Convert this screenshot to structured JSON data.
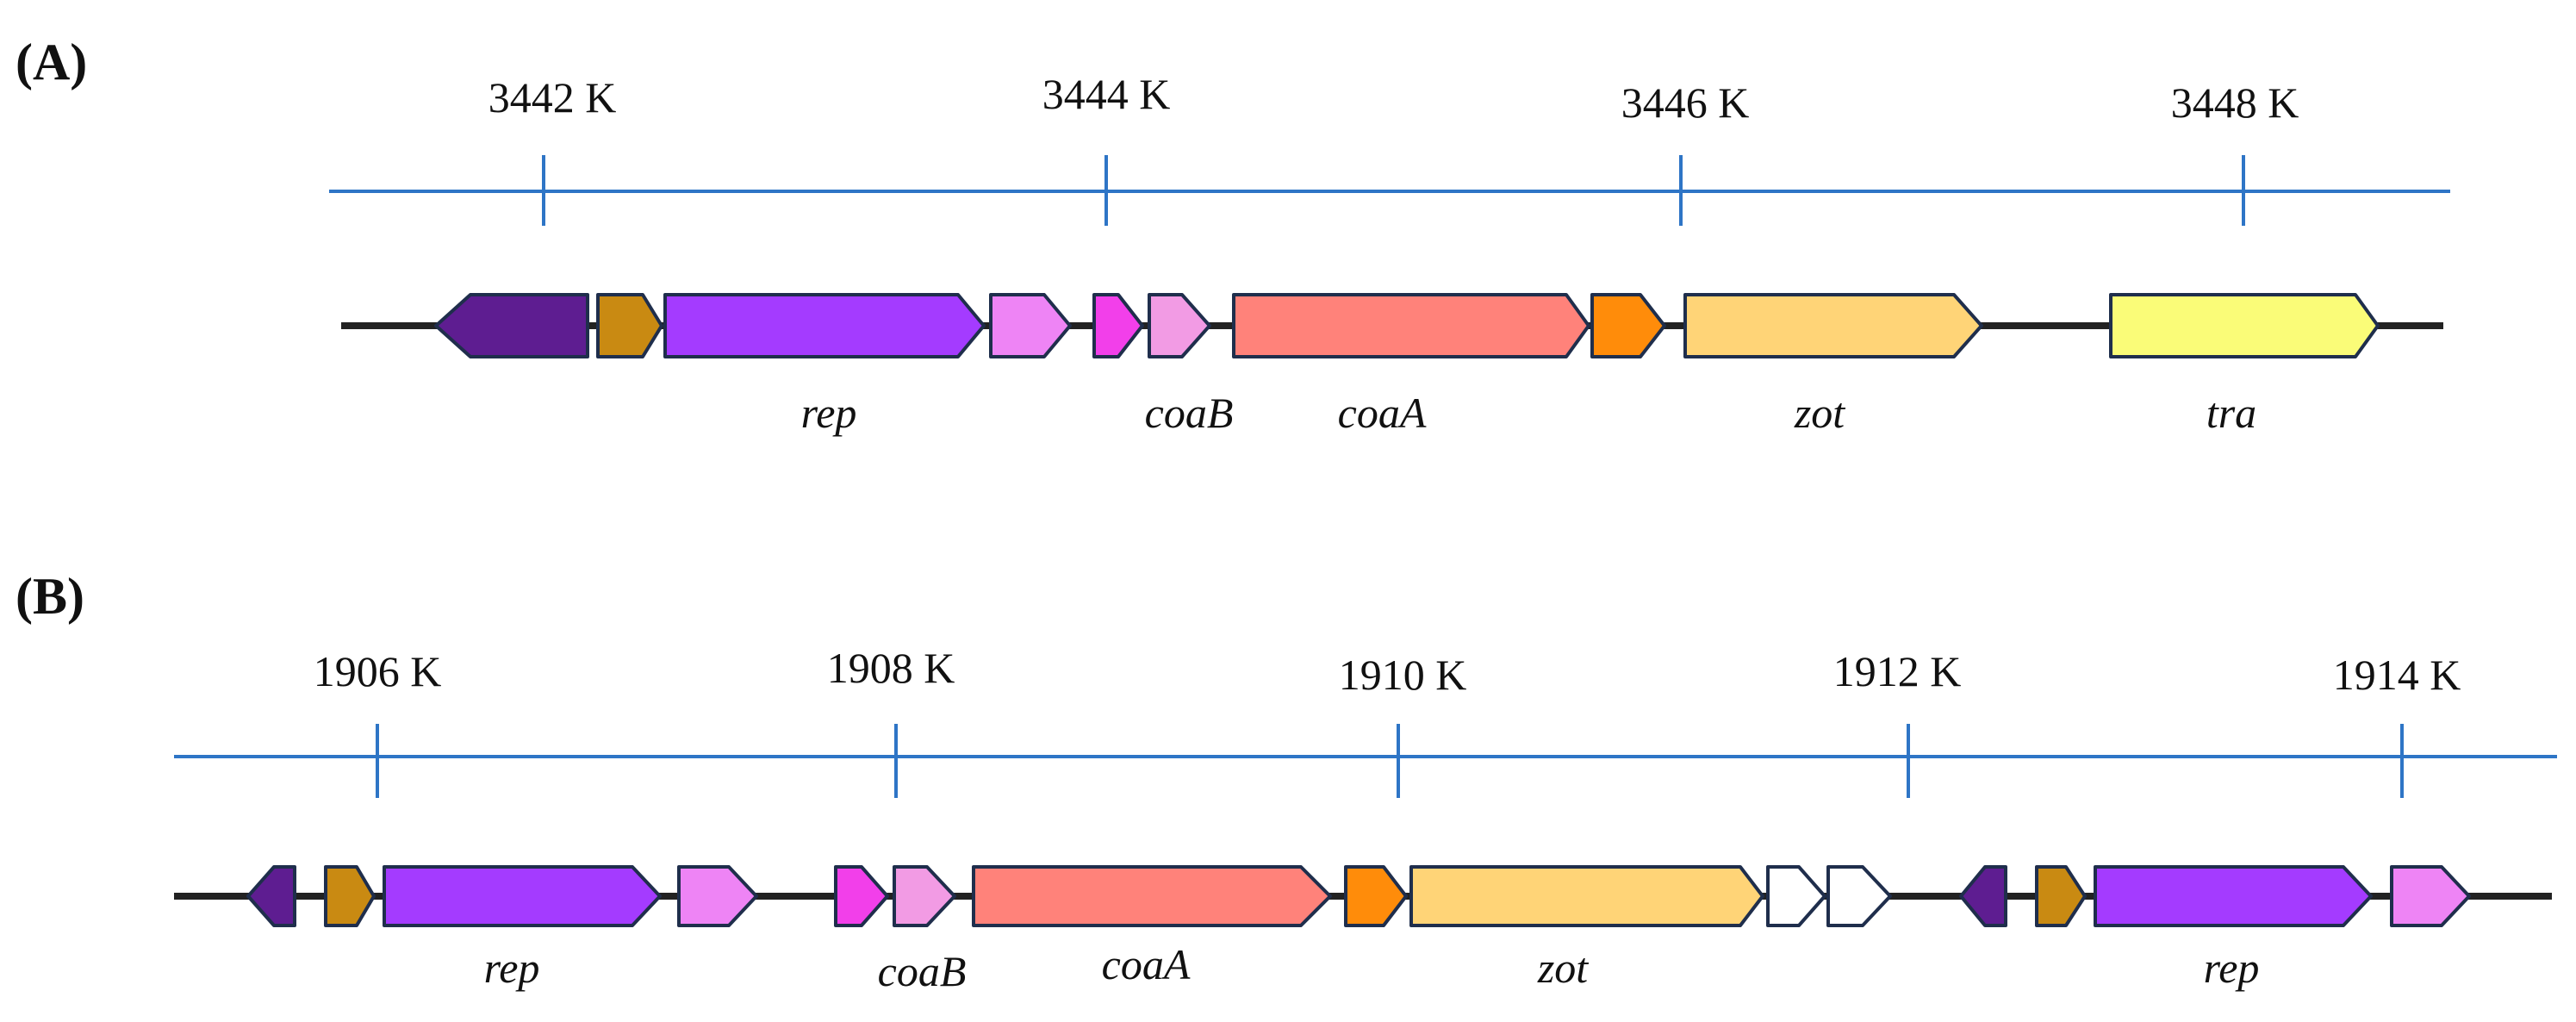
{
  "colors": {
    "axis": "#2E75C6",
    "backbone": "#222222",
    "outline": "#1F2E4C",
    "dark_purple": "#5E1D91",
    "gold": "#C98A12",
    "purple": "#A43BFF",
    "light_pink": "#EE84F5",
    "magenta": "#F23FEA",
    "pink": "#F29BE4",
    "salmon": "#FF827A",
    "orange": "#FF8C0A",
    "wheat": "#FFD477",
    "yellow": "#FAFC78",
    "white": "#FFFFFF"
  },
  "panels": [
    {
      "id": "A",
      "label": "(A)",
      "ticks": [
        "3442 K",
        "3444 K",
        "3446 K",
        "3448 K"
      ],
      "gene_labels": [
        "rep",
        "coaB",
        "coaA",
        "zot",
        "tra"
      ],
      "genes": [
        {
          "name": "dark-purple-gene",
          "color": "dark_purple",
          "strand": "-"
        },
        {
          "name": "gold-gene",
          "color": "gold",
          "strand": "+"
        },
        {
          "name": "rep-gene",
          "color": "purple",
          "strand": "+"
        },
        {
          "name": "light-pink-gene",
          "color": "light_pink",
          "strand": "+"
        },
        {
          "name": "magenta-gene",
          "color": "magenta",
          "strand": "+"
        },
        {
          "name": "coab-gene",
          "color": "pink",
          "strand": "+"
        },
        {
          "name": "coaa-gene",
          "color": "salmon",
          "strand": "+"
        },
        {
          "name": "orange-gene",
          "color": "orange",
          "strand": "+"
        },
        {
          "name": "zot-gene",
          "color": "wheat",
          "strand": "+"
        },
        {
          "name": "tra-gene",
          "color": "yellow",
          "strand": "+"
        }
      ]
    },
    {
      "id": "B",
      "label": "(B)",
      "ticks": [
        "1906 K",
        "1908 K",
        "1910 K",
        "1912 K",
        "1914 K"
      ],
      "gene_labels": [
        "rep",
        "coaB",
        "coaA",
        "zot",
        "rep"
      ],
      "genes": [
        {
          "name": "dark-purple-gene",
          "color": "dark_purple",
          "strand": "-"
        },
        {
          "name": "gold-gene",
          "color": "gold",
          "strand": "+"
        },
        {
          "name": "rep-gene",
          "color": "purple",
          "strand": "+"
        },
        {
          "name": "light-pink-gene",
          "color": "light_pink",
          "strand": "+"
        },
        {
          "name": "magenta-gene",
          "color": "magenta",
          "strand": "+"
        },
        {
          "name": "coab-gene",
          "color": "pink",
          "strand": "+"
        },
        {
          "name": "coaa-gene",
          "color": "salmon",
          "strand": "+"
        },
        {
          "name": "orange-gene",
          "color": "orange",
          "strand": "+"
        },
        {
          "name": "zot-gene",
          "color": "wheat",
          "strand": "+"
        },
        {
          "name": "white-gene-1",
          "color": "white",
          "strand": "+"
        },
        {
          "name": "white-gene-2",
          "color": "white",
          "strand": "+"
        },
        {
          "name": "dark-purple-gene-2",
          "color": "dark_purple",
          "strand": "-"
        },
        {
          "name": "gold-gene-2",
          "color": "gold",
          "strand": "+"
        },
        {
          "name": "rep-gene-2",
          "color": "purple",
          "strand": "+"
        },
        {
          "name": "light-pink-gene-2",
          "color": "light_pink",
          "strand": "+"
        }
      ]
    }
  ]
}
